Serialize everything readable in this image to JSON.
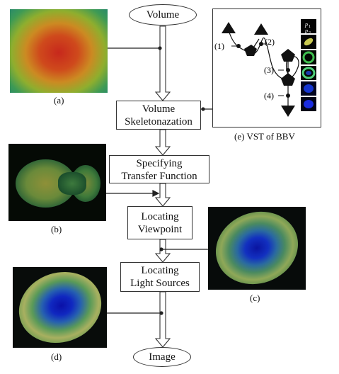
{
  "nodes": {
    "volume": "Volume",
    "skeleton": [
      "Volume",
      "Skeletonazation"
    ],
    "transfer": [
      "Specifying",
      "Transfer Function"
    ],
    "viewpoint": [
      "Locating",
      "Viewpoint"
    ],
    "light": [
      "Locating",
      "Light Sources"
    ],
    "image": "Image"
  },
  "captions": {
    "a": "(a)",
    "b": "(b)",
    "c": "(c)",
    "d": "(d)",
    "e": "(e) VST of BBV"
  },
  "vst": {
    "labels": [
      "(1)",
      "(2)",
      "(3)",
      "(4)"
    ],
    "p1": "p",
    "p1_sub": "1",
    "p2": "p",
    "p2_sub": "2"
  }
}
